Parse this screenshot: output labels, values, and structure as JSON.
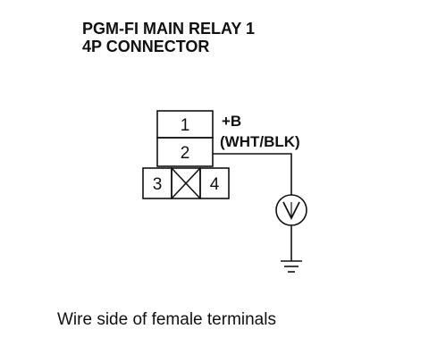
{
  "title": {
    "line1": "PGM-FI MAIN RELAY 1",
    "line2": "4P CONNECTOR"
  },
  "connector": {
    "terminals": [
      "1",
      "2",
      "3",
      "4"
    ],
    "unused_terminal_icon": "cross-box-icon"
  },
  "wire": {
    "power_label": "+B",
    "color_label": "(WHT/BLK)"
  },
  "meter": {
    "icon": "voltmeter-icon",
    "symbol": "V"
  },
  "ground": {
    "icon": "ground-icon"
  },
  "caption": "Wire side of female terminals"
}
